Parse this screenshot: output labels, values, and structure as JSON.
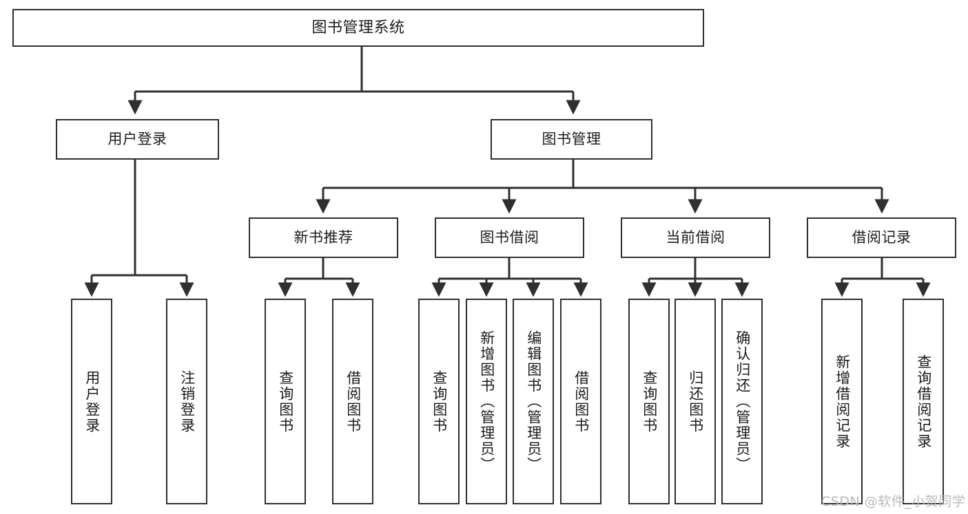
{
  "diagram": {
    "title": "图书管理系统",
    "type": "hierarchy-tree",
    "watermark": "CSDN @软件_小贺同学",
    "colors": {
      "stroke": "#2f2f2f",
      "fill": "#ffffff",
      "text": "#1b1b1b",
      "watermark": "#b9b9b9"
    },
    "root": {
      "label": "图书管理系统"
    },
    "level2": [
      {
        "label": "用户登录"
      },
      {
        "label": "图书管理"
      }
    ],
    "level3": [
      {
        "label": "新书推荐"
      },
      {
        "label": "图书借阅"
      },
      {
        "label": "当前借阅"
      },
      {
        "label": "借阅记录"
      }
    ],
    "leaves": {
      "user_login": [
        {
          "label": "用户登录"
        },
        {
          "label": "注销登录"
        }
      ],
      "new_book_recommend": [
        {
          "label": "查询图书"
        },
        {
          "label": "借阅图书"
        }
      ],
      "book_borrow": [
        {
          "label": "查询图书"
        },
        {
          "label": "新增图书（管理员）"
        },
        {
          "label": "编辑图书（管理员）"
        },
        {
          "label": "借阅图书"
        }
      ],
      "current_borrow": [
        {
          "label": "查询图书"
        },
        {
          "label": "归还图书"
        },
        {
          "label": "确认归还（管理员）"
        }
      ],
      "borrow_record": [
        {
          "label": "新增借阅记录"
        },
        {
          "label": "查询借阅记录"
        }
      ]
    }
  }
}
